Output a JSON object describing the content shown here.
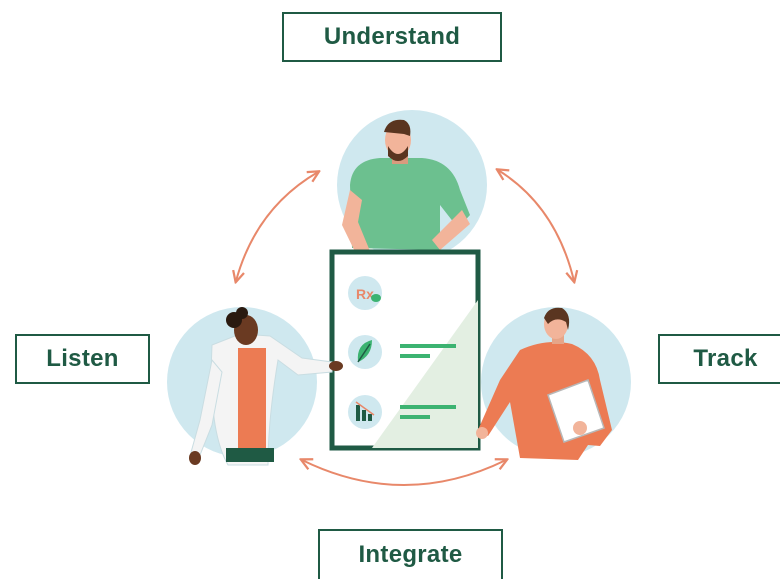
{
  "labels": {
    "understand": "Understand",
    "listen": "Listen",
    "track": "Track",
    "integrate": "Integrate"
  },
  "clipboard": {
    "rx_icon": "Rx"
  },
  "colors": {
    "dark_green": "#1f5a44",
    "label_text": "#1f5a44",
    "circle_bg": "#cfe8ef",
    "arrow": "#e8886a",
    "skin_light": "#f2b49a",
    "skin_dark": "#6a3a22",
    "shirt_green": "#6cc08f",
    "shirt_orange": "#ec7b53",
    "accent_green": "#3cb371"
  },
  "icons": [
    "rx-icon",
    "leaf-icon",
    "bar-chart-icon"
  ]
}
